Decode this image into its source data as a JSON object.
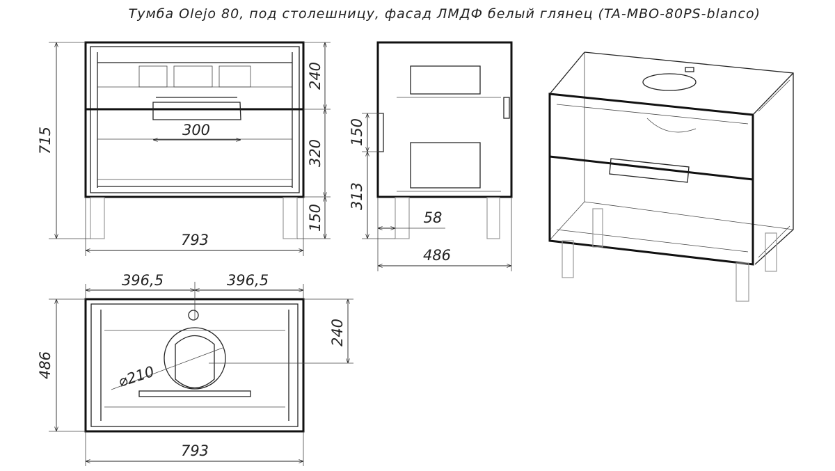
{
  "title": "Тумба Olejo 80, под столешницу, фасад ЛМДФ белый глянец (TA-MBO-80PS-blanco)",
  "front_view": {
    "height_total": "715",
    "upper_drawer": "240",
    "lower_drawer": "320",
    "legs": "150",
    "width": "793",
    "handle_width": "300"
  },
  "side_view": {
    "siphon_height": "150",
    "siphon_offset": "313",
    "leg_offset": "58",
    "depth": "486"
  },
  "top_view": {
    "half_left": "396,5",
    "half_right": "396,5",
    "depth": "486",
    "cutout_offset": "240",
    "cutout_diameter": "⌀210",
    "width": "793"
  }
}
